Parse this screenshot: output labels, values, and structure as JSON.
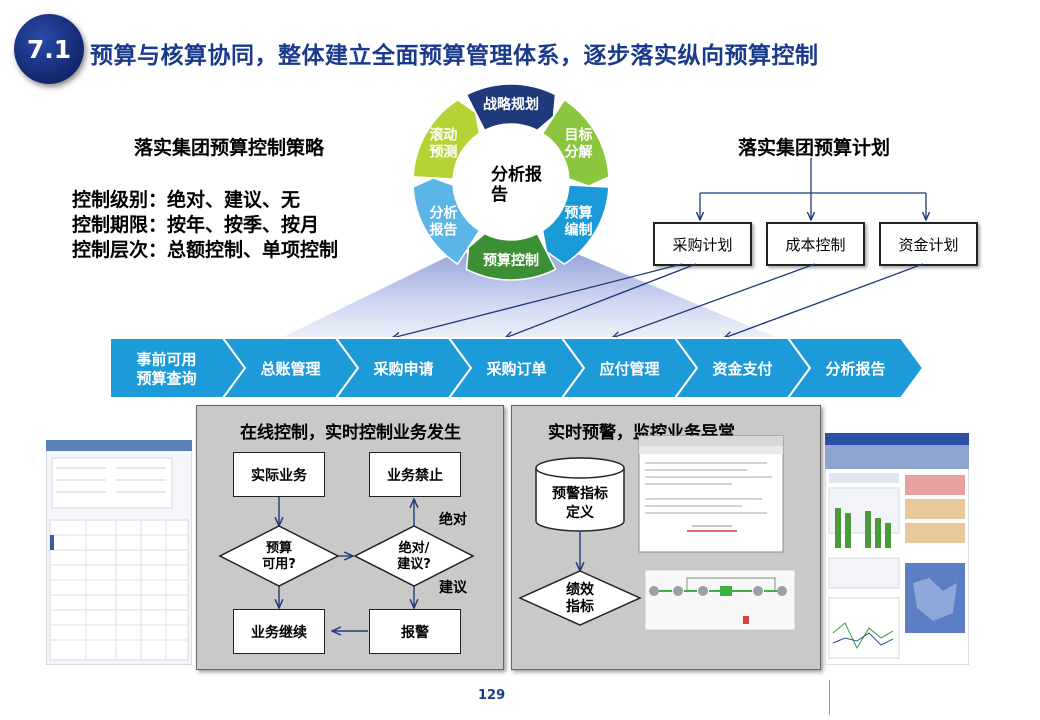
{
  "header": {
    "badge": "7.1",
    "title": "预算与核算协同，整体建立全面预算管理体系，逐步落实纵向预算控制"
  },
  "strategy": {
    "title": "落实集团预算控制策略",
    "lines": [
      "控制级别：绝对、建议、无",
      "控制期限：按年、按季、按月",
      "控制层次：总额控制、单项控制"
    ]
  },
  "cycle": {
    "center": [
      "分析报",
      "告"
    ],
    "segments": [
      {
        "lines": [
          "战略规划"
        ],
        "color": "#1f3a7a"
      },
      {
        "lines": [
          "目标",
          "分解"
        ],
        "color": "#8cc63f"
      },
      {
        "lines": [
          "预算",
          "编制"
        ],
        "color": "#1a9ad6"
      },
      {
        "lines": [
          "预算控制"
        ],
        "color": "#3d8f35"
      },
      {
        "lines": [
          "分析",
          "报告"
        ],
        "color": "#5bb5e6"
      },
      {
        "lines": [
          "滚动",
          "预测"
        ],
        "color": "#b5d334"
      }
    ]
  },
  "plan": {
    "title": "落实集团预算计划",
    "boxes": [
      "采购计划",
      "成本控制",
      "资金计划"
    ]
  },
  "process": {
    "steps": [
      {
        "lines": [
          "事前可用",
          "预算查询"
        ]
      },
      {
        "lines": [
          "总账管理"
        ]
      },
      {
        "lines": [
          "采购申请"
        ]
      },
      {
        "lines": [
          "采购订单"
        ]
      },
      {
        "lines": [
          "应付管理"
        ]
      },
      {
        "lines": [
          "资金支付"
        ]
      },
      {
        "lines": [
          "分析报告"
        ]
      }
    ]
  },
  "online_control": {
    "title": "在线控制，实时控制业务发生",
    "actual_business": "实际业务",
    "business_prohibited": "业务禁止",
    "budget_available": [
      "预算",
      "可用?"
    ],
    "absolute_suggest": [
      "绝对/",
      "建议?"
    ],
    "absolute_label": "绝对",
    "suggest_label": "建议",
    "continue_business": "业务继续",
    "alarm": "报警"
  },
  "realtime_alert": {
    "title": "实时预警，监控业务异常",
    "alert_definition": [
      "预警指标",
      "定义"
    ],
    "kpi": [
      "绩效",
      "指标"
    ]
  },
  "footer": {
    "page_number": "129"
  },
  "colors": {
    "title_blue": "#1a3a8c",
    "arrow_blue": "#1d9ad8",
    "dark_blue": "#1f3a7a"
  }
}
